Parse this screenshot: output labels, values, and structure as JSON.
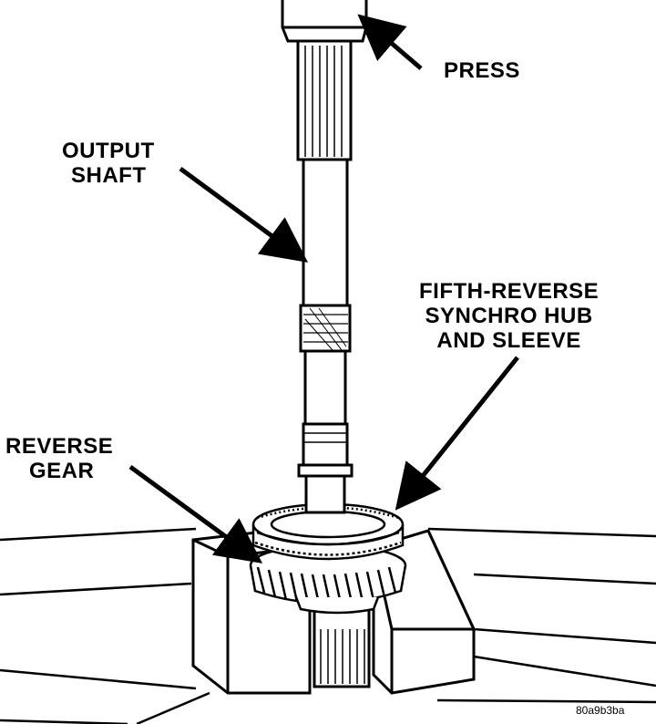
{
  "labels": {
    "press": "PRESS",
    "output_shaft_line1": "OUTPUT",
    "output_shaft_line2": "SHAFT",
    "synchro_line1": "FIFTH-REVERSE",
    "synchro_line2": "SYNCHRO HUB",
    "synchro_line3": "AND SLEEVE",
    "reverse_gear_line1": "REVERSE",
    "reverse_gear_line2": "GEAR"
  },
  "figure_code": "80a9b3ba",
  "colors": {
    "ink": "#000000",
    "paper": "#ffffff"
  }
}
